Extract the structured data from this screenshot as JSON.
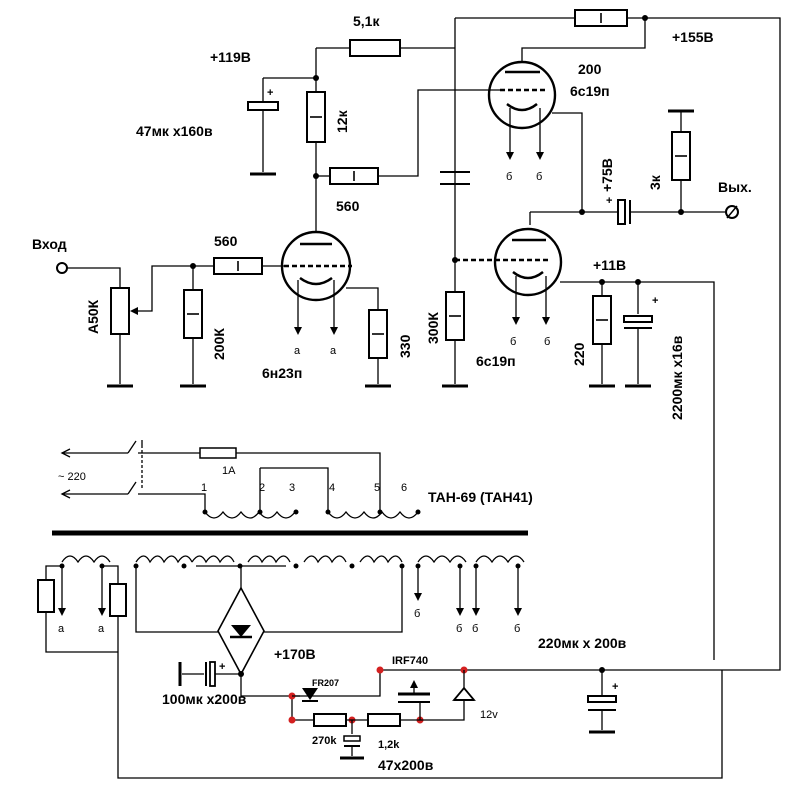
{
  "labels": {
    "r_top": "5,1к",
    "v155": "+155В",
    "v119": "+119В",
    "tube2_num": "200",
    "tube2_type": "6с19п",
    "c1": "47мк х160в",
    "r12k": "12к",
    "r3k": "3к",
    "v75": "+75В",
    "out": "Вых.",
    "r560a": "560",
    "in": "Вход",
    "r560b": "560",
    "v11": "+11В",
    "pot": "А50К",
    "r200k": "200К",
    "tube1_type": "6н23п",
    "r330": "330",
    "r300k": "300К",
    "tube3_type": "6с19п",
    "r220": "220",
    "c2200": "2200мк х16в",
    "fil_a": "а",
    "fil_b": "б",
    "mains": "~ 220",
    "fuse": "1А",
    "pin1": "1",
    "pin2": "2",
    "pin3": "3",
    "pin4": "4",
    "pin5": "5",
    "pin6": "6",
    "transformer": "ТАН-69  (ТАН41)",
    "c220": "220мк х 200в",
    "v170": "+170В",
    "mosfet": "IRF740",
    "diode": "FR207",
    "c100": "100мк х200в",
    "zener": "12v",
    "r270k": "270k",
    "r12": "1,2k",
    "c47": "47х200в"
  }
}
